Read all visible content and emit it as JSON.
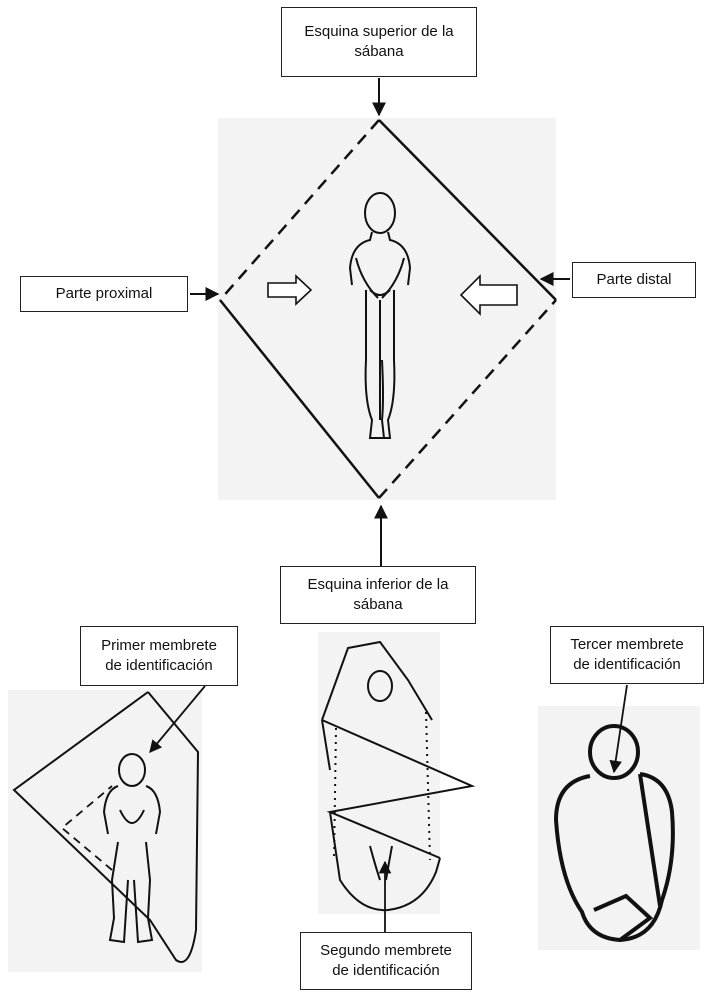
{
  "labels": {
    "top_corner": "Esquina superior de la\nsábana",
    "proximal": "Parte proximal",
    "distal": "Parte distal",
    "bottom_corner": "Esquina inferior de la\nsábana",
    "first_tag": "Primer  membrete\nde identificación",
    "second_tag": "Segundo  membrete\nde identificación",
    "third_tag": "Tercer  membrete\nde identificación"
  },
  "colors": {
    "ink": "#111111",
    "panel_bg": "#f3f3f3"
  }
}
